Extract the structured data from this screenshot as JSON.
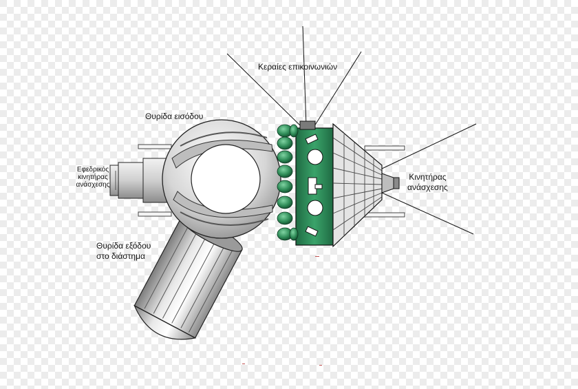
{
  "labels": {
    "antennas": "Κεραίες επικοινωνιών",
    "entry_hatch": "Θυρίδα εισόδου",
    "backup_engine_line1": "Εφεδρικός",
    "backup_engine_line2": "κινητήρας",
    "backup_engine_line3": "ανάσχεσης",
    "retro_engine_line1": "Κινητήρας",
    "retro_engine_line2": "ανάσχεσης",
    "exit_hatch_line1": "Θυρίδα εξόδου",
    "exit_hatch_line2": "στο διάστημα"
  },
  "colors": {
    "background_light": "#ffffff",
    "checker_gray": "#e6e6e6",
    "hull": "#dcdcdc",
    "hull_shade": "#9a9a9a",
    "green_module": "#2e8b57",
    "outline": "#111111"
  }
}
